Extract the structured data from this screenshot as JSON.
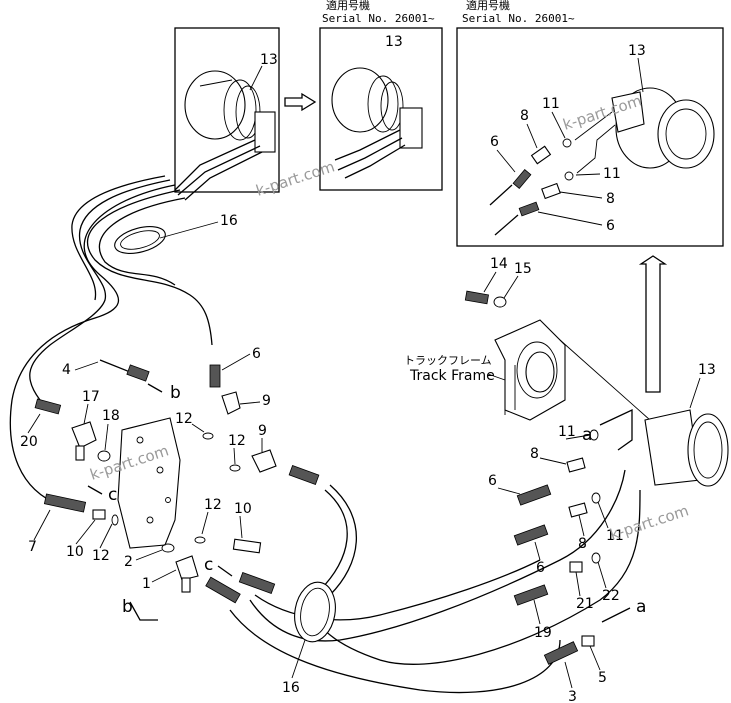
{
  "insets": {
    "middle": {
      "jp_title": "適用号機",
      "serial": "Serial No. 26001~",
      "part_label": "13"
    },
    "right": {
      "jp_title": "適用号機",
      "serial": "Serial No. 26001~",
      "part_labels": {
        "p13": "13",
        "p11a": "11",
        "p8a": "8",
        "p6a": "6",
        "p11b": "11",
        "p8b": "8",
        "p6b": "6"
      }
    },
    "left": {
      "part_label": "13"
    }
  },
  "main": {
    "track_frame": {
      "jp": "トラックフレーム",
      "en": "Track Frame"
    },
    "letters": {
      "a_top": "a",
      "a_bottom": "a",
      "b_mid": "b",
      "b_bottom": "b",
      "c_left": "c",
      "c_mid": "c"
    },
    "part_labels": {
      "p16_top": "16",
      "p16_bottom": "16",
      "p4": "4",
      "p6_mid": "6",
      "p9_a": "9",
      "p9_b": "9",
      "p12_a": "12",
      "p12_b": "12",
      "p12_c": "12",
      "p12_d": "12",
      "p17": "17",
      "p18": "18",
      "p20": "20",
      "p7": "7",
      "p10_a": "10",
      "p10_b": "10",
      "p2": "2",
      "p1": "1",
      "p14": "14",
      "p15": "15",
      "p13_main": "13",
      "p11_a": "11",
      "p11_b": "11",
      "p8_a": "8",
      "p8_b": "8",
      "p6_a": "6",
      "p6_b": "6",
      "p21": "21",
      "p22": "22",
      "p19": "19",
      "p3": "3",
      "p5": "5"
    }
  },
  "watermarks": [
    "k-part.com",
    "k-part.com",
    "k-part.com",
    "k-part.com"
  ]
}
